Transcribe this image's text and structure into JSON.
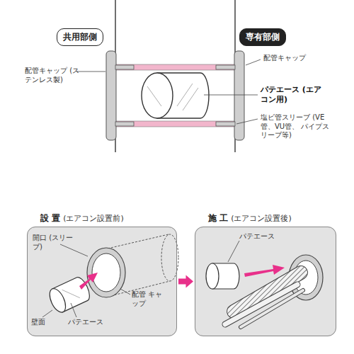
{
  "diagram": {
    "nodes": [
      {
        "text": [
          "共用部側"
        ]
      },
      {
        "text": [
          "専有部側"
        ]
      },
      {
        "text": [
          "設 置",
          "(エアコン設置前)"
        ]
      },
      {
        "text": [
          "施 工",
          "(エアコン設置後)"
        ]
      }
    ],
    "edges": [
      {
        "from": 2,
        "to": 3,
        "arrow": "to"
      }
    ],
    "labels": [
      "配管キャップ (ステンレス製)",
      "配管キャップ",
      "パテエース (エアコン用)",
      "塩ビ管スリーブ (VE管、VU管、 パイプスリーブ等)",
      "開口 (スリーブ)",
      "配管 キャップ",
      "壁面",
      "パテエース",
      "パテエース"
    ]
  }
}
